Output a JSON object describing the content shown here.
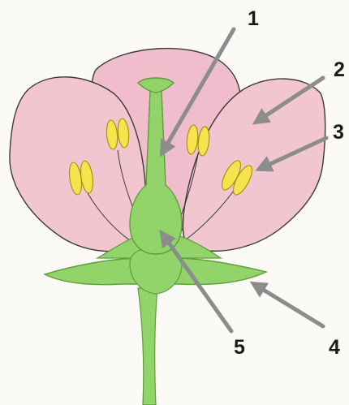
{
  "labels": {
    "l1": "1",
    "l2": "2",
    "l3": "3",
    "l4": "4",
    "l5": "5"
  },
  "colors": {
    "petal_fill": "#f2c6d1",
    "petal_fill_back": "#efbdcb",
    "outline": "#3a3a3a",
    "green": "#93d46a",
    "green_dark": "#5e9e3c",
    "anther": "#f6e34d",
    "anther_edge": "#a89212",
    "arrow": "#8c8c8c",
    "paper": "#fbfaf6"
  },
  "icons": {
    "arrow_head": "triangle-arrowhead"
  }
}
